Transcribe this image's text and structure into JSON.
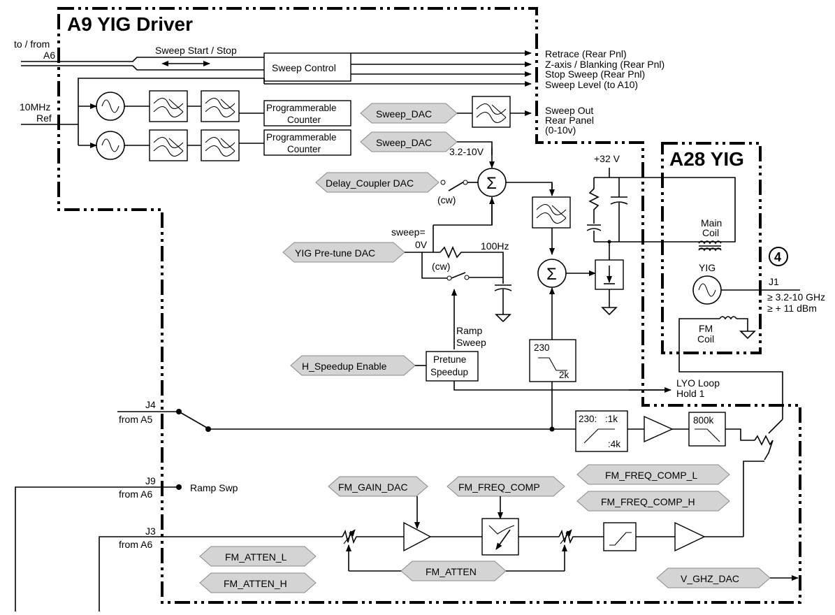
{
  "blocks": {
    "a9": "A9 YIG Driver",
    "a28": "A28 YIG"
  },
  "labels": {
    "to_from": "to / from",
    "a6": "A6",
    "sweep_start_stop": "Sweep Start / Stop",
    "sweep_control": "Sweep Control",
    "ref_10mhz": "10MHz",
    "ref": "Ref",
    "prog_counter_1a": "Programmerable",
    "prog_counter_1b": "Counter",
    "prog_counter_2a": "Programmerable",
    "prog_counter_2b": "Counter",
    "out_retrace": "Retrace (Rear Pnl)",
    "out_zaxis": "Z-axis / Blanking (Rear Pnl)",
    "out_stop": "Stop Sweep (Rear Pnl)",
    "out_level": "Sweep Level (to A10)",
    "sweep_out_1": "Sweep Out",
    "sweep_out_2": "Rear Panel",
    "sweep_out_3": "(0-10v)",
    "range_32_10": "3.2-10V",
    "cw1": "(cw)",
    "cw2": "(cw)",
    "sweep_eq": "sweep=",
    "zero_v": "0V",
    "hz100": "100Hz",
    "plus32v": "+32 V",
    "main_coil_1": "Main",
    "main_coil_2": "Coil",
    "yig": "YIG",
    "fm_coil_1": "FM",
    "fm_coil_2": "Coil",
    "circle4": "4",
    "j1": "J1",
    "freq_range": "3.2-10 GHz",
    "power": "+ 11 dBm",
    "ramp_sweep_1": "Ramp",
    "ramp_sweep_2": "Sweep",
    "pretune_1": "Pretune",
    "pretune_2": "Speedup",
    "f230": "230",
    "f2k": "2k",
    "lyo_1": "LYO Loop",
    "lyo_2": "Hold 1",
    "j4": "J4",
    "from_a5": "from A5",
    "j9": "J9",
    "from_a6_j9": "from A6",
    "ramp_swp": "Ramp Swp",
    "j3": "J3",
    "from_a6_j3": "from A6",
    "pz_230": "230:",
    "pz_1k": ":1k",
    "pz_4k": ":4k",
    "lp_800k": "800k"
  },
  "dacs": {
    "sweep_dac_1": "Sweep_DAC",
    "sweep_dac_2": "Sweep_DAC",
    "delay_coupler": "Delay_Coupler DAC",
    "yig_pretune": "YIG Pre-tune DAC",
    "h_speedup": "H_Speedup Enable",
    "fm_gain": "FM_GAIN_DAC",
    "fm_freq_comp": "FM_FREQ_COMP",
    "fm_freq_comp_l": "FM_FREQ_COMP_L",
    "fm_freq_comp_h": "FM_FREQ_COMP_H",
    "fm_atten_l": "FM_ATTEN_L",
    "fm_atten_h": "FM_ATTEN_H",
    "fm_atten": "FM_ATTEN",
    "v_ghz": "V_GHZ_DAC"
  }
}
